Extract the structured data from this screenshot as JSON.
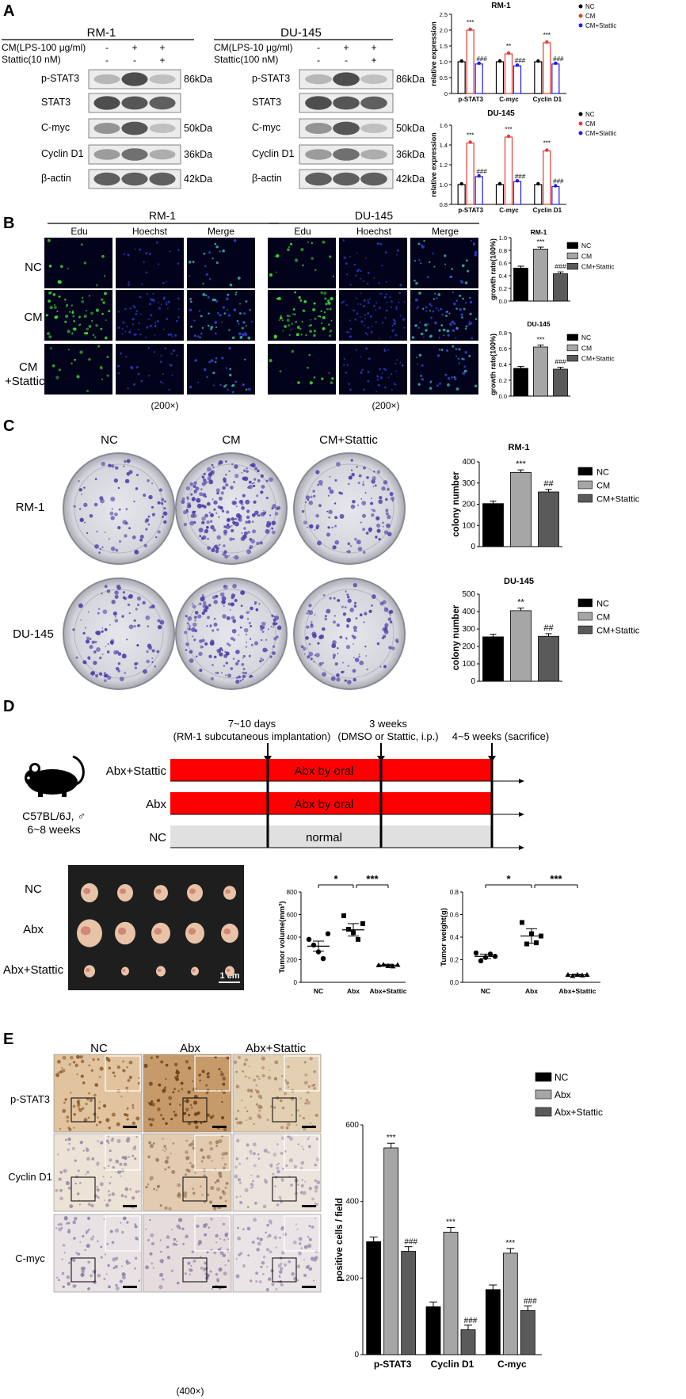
{
  "panels": {
    "A": "A",
    "B": "B",
    "C": "C",
    "D": "D",
    "E": "E"
  },
  "A": {
    "rm1": {
      "title": "RM-1",
      "cond1": "CM(LPS-100 μg/ml)",
      "cond2": "Stattic(10 nM)",
      "signs1": [
        "-",
        "+",
        "+"
      ],
      "signs2": [
        "-",
        "-",
        "+"
      ],
      "rows": [
        {
          "label": "p-STAT3",
          "kda": "86kDa"
        },
        {
          "label": "STAT3",
          "kda": ""
        },
        {
          "label": "C-myc",
          "kda": "50kDa"
        },
        {
          "label": "Cyclin D1",
          "kda": "36kDa"
        },
        {
          "label": "β-actin",
          "kda": "42kDa"
        }
      ]
    },
    "du145": {
      "title": "DU-145",
      "cond1": "CM(LPS-10 μg/ml)",
      "cond2": "Stattic(100 nM)",
      "signs1": [
        "-",
        "+",
        "+"
      ],
      "signs2": [
        "-",
        "-",
        "+"
      ],
      "rows": [
        {
          "label": "p-STAT3",
          "kda": "86kDa"
        },
        {
          "label": "STAT3",
          "kda": ""
        },
        {
          "label": "C-myc",
          "kda": "50kDa"
        },
        {
          "label": "Cyclin D1",
          "kda": "36kDa"
        },
        {
          "label": "β-actin",
          "kda": "42kDa"
        }
      ]
    }
  },
  "B": {
    "groups": [
      "RM-1",
      "DU-145"
    ],
    "cols": [
      "Edu",
      "Hoechst",
      "Merge"
    ],
    "rows": [
      "NC",
      "CM",
      "CM\n+Stattic"
    ],
    "mag": "(200×)"
  },
  "C": {
    "cols": [
      "NC",
      "CM",
      "CM+Stattic"
    ],
    "rows": [
      "RM-1",
      "DU-145"
    ]
  },
  "D": {
    "mouse": {
      "line1": "C57BL/6J, ♂",
      "line2": "6~8 weeks"
    },
    "tl": [
      {
        "l1": "7~10 days",
        "l2": "(RM-1  subcutaneous implantation)"
      },
      {
        "l1": "3 weeks",
        "l2": "(DMSO or Stattic, i.p.)"
      },
      {
        "l1": "4~5 weeks (sacrifice)",
        "l2": ""
      }
    ],
    "groups": [
      {
        "label": "Abx+Stattic",
        "bar": "Abx by oral"
      },
      {
        "label": "Abx",
        "bar": "Abx by oral"
      },
      {
        "label": "NC",
        "bar": "normal"
      }
    ],
    "tumor_rows": [
      "NC",
      "Abx",
      "Abx+Stattic"
    ],
    "scale": "1 cm"
  },
  "E": {
    "cols": [
      "NC",
      "Abx",
      "Abx+Stattic"
    ],
    "rows": [
      "p-STAT3",
      "Cyclin D1",
      "C-myc"
    ],
    "mag": "(400×)"
  },
  "colors": {
    "red": "#ff0000",
    "blue": "#1a1aff",
    "pink": "#f08080",
    "grey": "#a6a6a6",
    "dark": "#5a5a5a"
  },
  "chart_data": [
    {
      "id": "A-RM1",
      "type": "bar",
      "title": "RM-1",
      "ylabel": "relative expression",
      "ylim": [
        0,
        2.5
      ],
      "yticks": [
        "0",
        "0.5",
        "1.0",
        "1.5",
        "2.0",
        "2.5"
      ],
      "categories": [
        "p-STAT3",
        "C-myc",
        "Cyclin D1"
      ],
      "legend": [
        "NC",
        "CM",
        "CM+Stattic"
      ],
      "series": [
        {
          "name": "NC",
          "values": [
            1.0,
            1.0,
            1.0
          ]
        },
        {
          "name": "CM",
          "values": [
            2.0,
            1.25,
            1.6
          ]
        },
        {
          "name": "CM+Stattic",
          "values": [
            0.93,
            0.87,
            0.93
          ]
        }
      ],
      "annot_cm": [
        "***",
        "**",
        "***"
      ],
      "annot_st": [
        "###",
        "###",
        "###"
      ]
    },
    {
      "id": "A-DU",
      "type": "bar",
      "title": "DU-145",
      "ylabel": "relative expression",
      "ylim": [
        0.8,
        1.6
      ],
      "yticks": [
        "0.8",
        "1.0",
        "1.2",
        "1.4",
        "1.6"
      ],
      "categories": [
        "p-STAT3",
        "C-myc",
        "Cyclin D1"
      ],
      "legend": [
        "NC",
        "CM",
        "CM+Stattic"
      ],
      "series": [
        {
          "name": "NC",
          "values": [
            1.0,
            1.0,
            1.0
          ]
        },
        {
          "name": "CM",
          "values": [
            1.42,
            1.48,
            1.34
          ]
        },
        {
          "name": "CM+Stattic",
          "values": [
            1.08,
            1.03,
            0.98
          ]
        }
      ],
      "annot_cm": [
        "***",
        "***",
        "***"
      ],
      "annot_st": [
        "###",
        "###",
        "###"
      ]
    },
    {
      "id": "B-RM1",
      "type": "bar",
      "title": "RM-1",
      "ylabel": "growth rate(100%)",
      "ylim": [
        0,
        1.0
      ],
      "yticks": [
        "0.0",
        "0.2",
        "0.4",
        "0.6",
        "0.8",
        "1.0"
      ],
      "categories": [
        "NC",
        "CM",
        "CM+Stattic"
      ],
      "legend": [
        "NC",
        "CM",
        "CM+Stattic"
      ],
      "values": [
        0.52,
        0.82,
        0.43
      ],
      "annot": [
        "",
        "***",
        "###"
      ]
    },
    {
      "id": "B-DU",
      "type": "bar",
      "title": "DU-145",
      "ylabel": "growth rate(100%)",
      "ylim": [
        0,
        0.8
      ],
      "yticks": [
        "0.0",
        "0.2",
        "0.4",
        "0.6",
        "0.8"
      ],
      "categories": [
        "NC",
        "CM",
        "CM+Stattic"
      ],
      "legend": [
        "NC",
        "CM",
        "CM+Stattic"
      ],
      "values": [
        0.35,
        0.62,
        0.34
      ],
      "annot": [
        "",
        "***",
        "###"
      ]
    },
    {
      "id": "C-RM1",
      "type": "bar",
      "title": "RM-1",
      "ylabel": "colony number",
      "ylim": [
        0,
        400
      ],
      "yticks": [
        "0",
        "100",
        "200",
        "300",
        "400"
      ],
      "categories": [
        "NC",
        "CM",
        "CM+Stattic"
      ],
      "legend": [
        "NC",
        "CM",
        "CM+Stattic"
      ],
      "values": [
        203,
        350,
        258
      ],
      "annot": [
        "",
        "***",
        "##"
      ]
    },
    {
      "id": "C-DU",
      "type": "bar",
      "title": "DU-145",
      "ylabel": "colony number",
      "ylim": [
        0,
        500
      ],
      "yticks": [
        "0",
        "100",
        "200",
        "300",
        "400",
        "500"
      ],
      "categories": [
        "NC",
        "CM",
        "CM+Stattic"
      ],
      "legend": [
        "NC",
        "CM",
        "CM+Stattic"
      ],
      "values": [
        255,
        405,
        258
      ],
      "annot": [
        "",
        "**",
        "##"
      ]
    },
    {
      "id": "D-vol",
      "type": "scatter",
      "ylabel": "Tumor volume(mm³)",
      "ylim": [
        0,
        800
      ],
      "yticks": [
        "0",
        "200",
        "400",
        "600",
        "800"
      ],
      "categories": [
        "NC",
        "Abx",
        "Abx+Stattic"
      ],
      "points": [
        [
          380,
          330,
          270,
          210,
          430
        ],
        [
          590,
          470,
          440,
          380,
          520
        ],
        [
          155,
          160,
          148,
          145,
          158
        ]
      ],
      "means": [
        320,
        465,
        152
      ],
      "sems": [
        45,
        55,
        8
      ],
      "sig": [
        "*",
        "***"
      ]
    },
    {
      "id": "D-wt",
      "type": "scatter",
      "ylabel": "Tumor weight(g)",
      "ylim": [
        0,
        0.8
      ],
      "yticks": [
        "0.0",
        "0.2",
        "0.4",
        "0.6",
        "0.8"
      ],
      "categories": [
        "NC",
        "Abx",
        "Abx+Stattic"
      ],
      "points": [
        [
          0.26,
          0.19,
          0.22,
          0.25,
          0.23
        ],
        [
          0.53,
          0.34,
          0.43,
          0.35,
          0.41
        ],
        [
          0.07,
          0.06,
          0.07,
          0.065,
          0.07
        ]
      ],
      "means": [
        0.23,
        0.41,
        0.067
      ],
      "sems": [
        0.02,
        0.065,
        0.004
      ],
      "sig": [
        "*",
        "***"
      ]
    },
    {
      "id": "E",
      "type": "bar",
      "ylabel": "positive cells / field",
      "ylim": [
        0,
        600
      ],
      "yticks": [
        "0",
        "200",
        "400",
        "600"
      ],
      "categories": [
        "p-STAT3",
        "Cyclin D1",
        "C-myc"
      ],
      "legend": [
        "NC",
        "Abx",
        "Abx+Stattic"
      ],
      "series": [
        {
          "name": "NC",
          "values": [
            295,
            125,
            170
          ]
        },
        {
          "name": "Abx",
          "values": [
            540,
            320,
            265
          ]
        },
        {
          "name": "Abx+Stattic",
          "values": [
            270,
            65,
            115
          ]
        }
      ],
      "annot_mid": [
        "***",
        "***",
        "***"
      ],
      "annot_last": [
        "###",
        "###",
        "###"
      ]
    }
  ]
}
